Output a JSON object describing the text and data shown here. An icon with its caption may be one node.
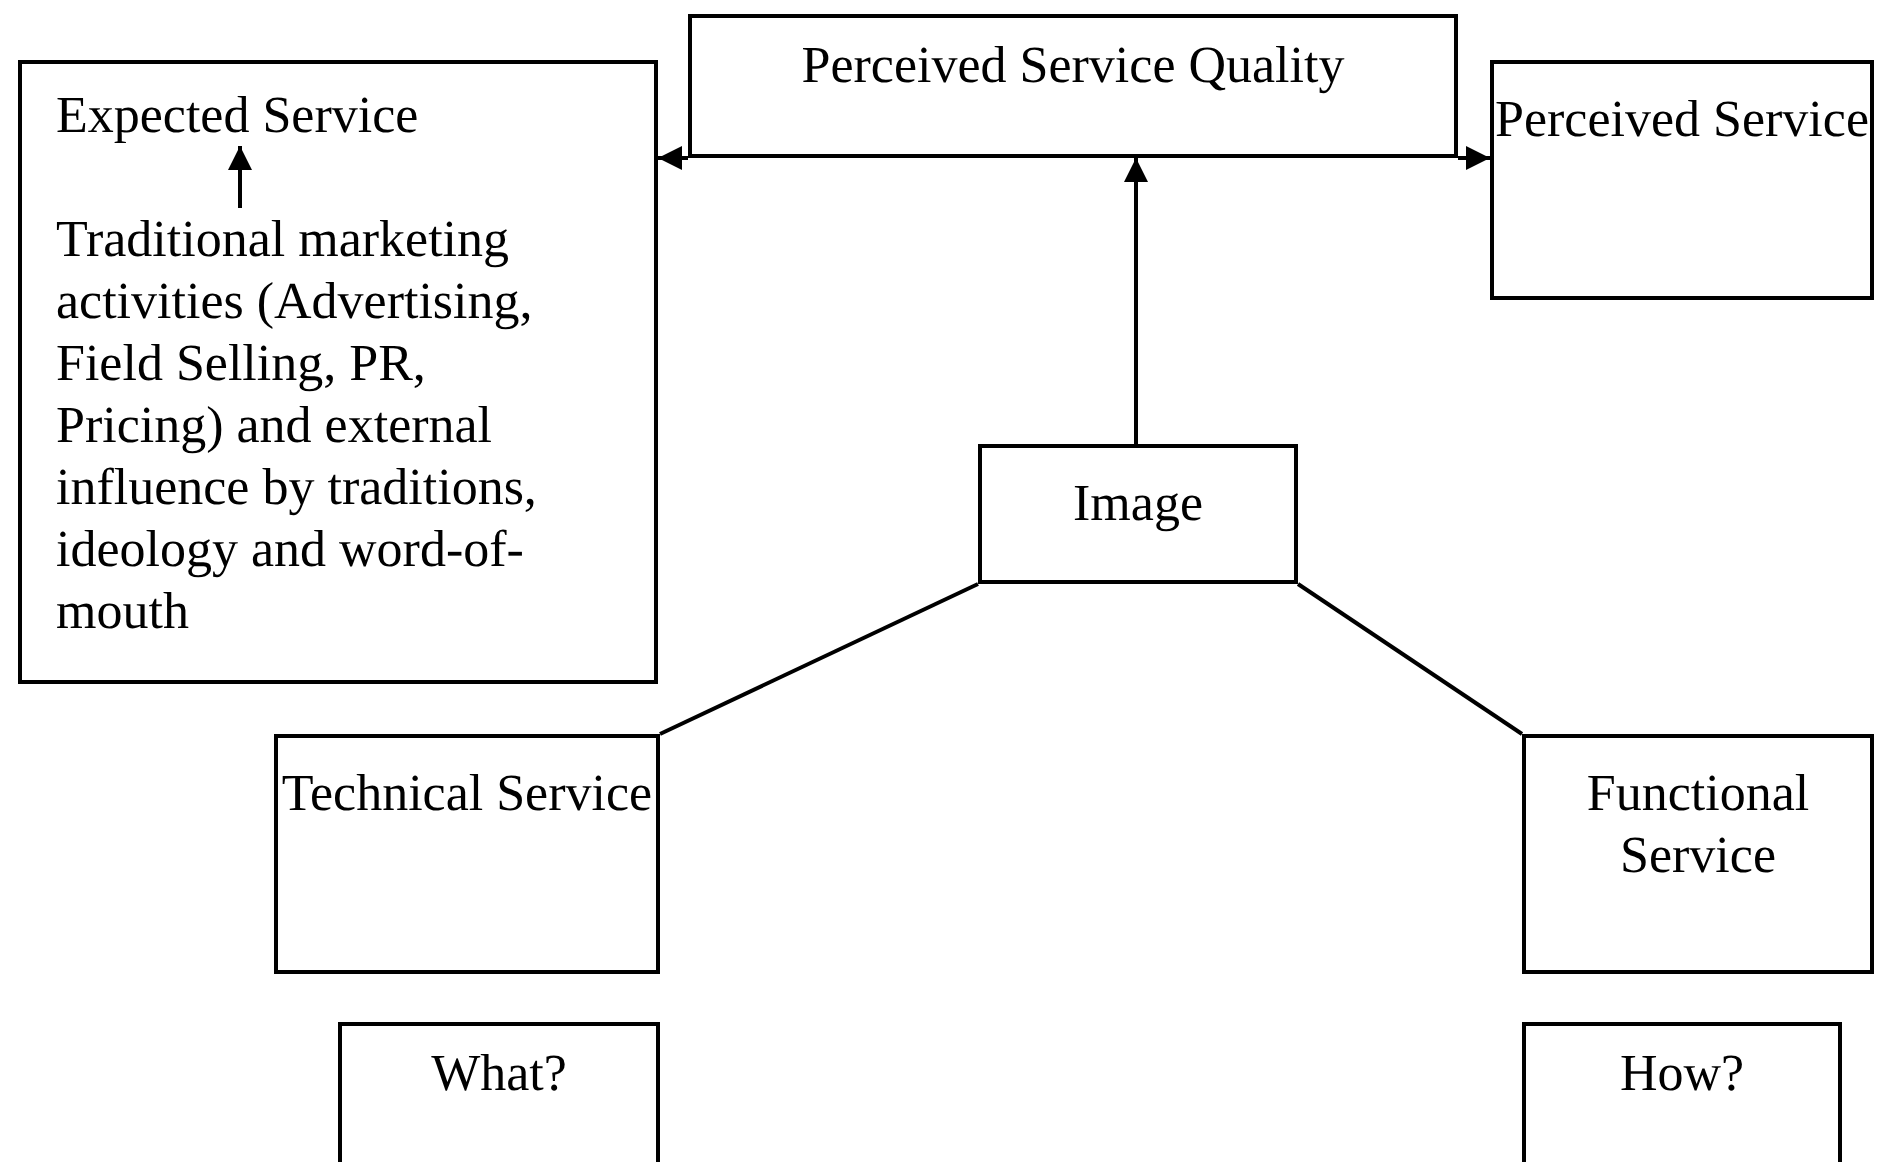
{
  "diagram": {
    "nodes": [
      {
        "text": [],
        "shape": "box"
      },
      {
        "text": [
          "Expected Service"
        ],
        "in": 0
      },
      {
        "text": [
          "Traditional marketing activities (Advertising, Field Selling, PR, Pricing) and external influence by traditions, ideology and word-of-mouth"
        ],
        "in": 0
      },
      {
        "text": [
          "Perceived Service Quality"
        ]
      },
      {
        "text": [
          "Perceived Service"
        ]
      },
      {
        "text": [
          "Image"
        ]
      },
      {
        "text": [
          "Technical Service"
        ]
      },
      {
        "text": [
          "Functional Service"
        ]
      },
      {
        "text": [
          "What?"
        ]
      },
      {
        "text": [
          "How?"
        ]
      }
    ],
    "edges": [
      {
        "from": 2,
        "to": 1,
        "arrow": "to"
      },
      {
        "from": 3,
        "to": 0,
        "arrow": "to"
      },
      {
        "from": 3,
        "to": 4,
        "arrow": "to"
      },
      {
        "from": 5,
        "to": 3,
        "arrow": "to"
      },
      {
        "from": 5,
        "to": 6,
        "arrow": "none"
      },
      {
        "from": 5,
        "to": 7,
        "arrow": "none"
      }
    ]
  }
}
